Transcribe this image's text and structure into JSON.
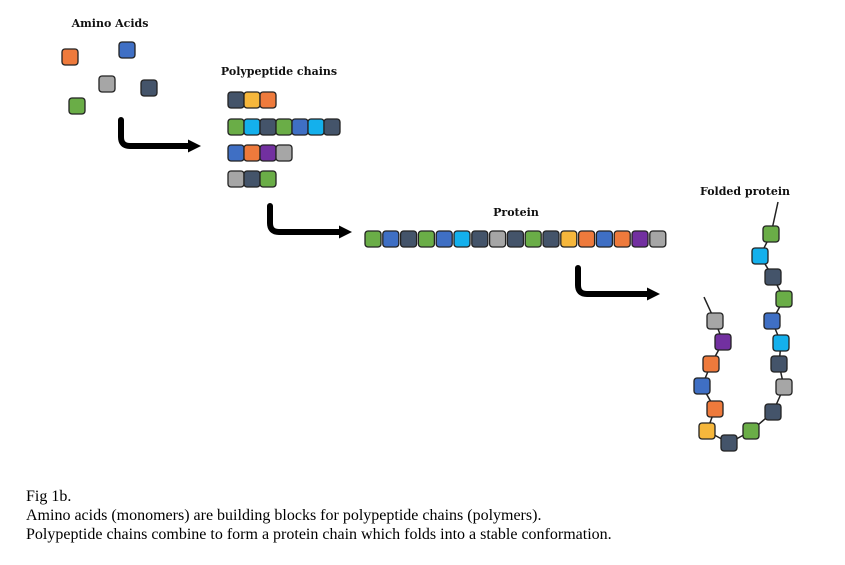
{
  "labels": {
    "amino_acids": "Amino Acids",
    "polypeptide_chains": "Polypeptide chains",
    "protein": "Protein",
    "folded_protein": "Folded protein"
  },
  "caption": {
    "title": "Fig 1b.",
    "line1": "Amino acids (monomers) are building blocks for polypeptide chains (polymers).",
    "line2": "Polypeptide chains combine to form a protein chain which folds into a stable conformation."
  },
  "colors": {
    "orange": "#ee7a3c",
    "blue": "#3f6fc4",
    "gray": "#a6a6a6",
    "navy": "#44546a",
    "green": "#6aad47",
    "yellow": "#f6b73c",
    "cyan": "#14b0ec",
    "purple": "#7230a0",
    "outline": "#222222",
    "arrow": "#000000"
  },
  "amino_acids": [
    "orange",
    "blue",
    "gray",
    "navy",
    "green"
  ],
  "polypeptide_chains": [
    [
      "navy",
      "yellow",
      "orange"
    ],
    [
      "green",
      "cyan",
      "navy",
      "green",
      "blue",
      "cyan",
      "navy"
    ],
    [
      "blue",
      "orange",
      "purple",
      "gray"
    ],
    [
      "gray",
      "navy",
      "green"
    ]
  ],
  "protein_chain": [
    "green",
    "blue",
    "navy",
    "green",
    "blue",
    "cyan",
    "navy",
    "gray",
    "navy",
    "green",
    "navy",
    "yellow",
    "orange",
    "blue",
    "orange",
    "purple",
    "gray"
  ],
  "folded_protein": [
    "green",
    "cyan",
    "navy",
    "green",
    "blue",
    "cyan",
    "navy",
    "gray",
    "navy",
    "green",
    "navy",
    "yellow",
    "orange",
    "blue",
    "orange",
    "purple",
    "gray"
  ]
}
